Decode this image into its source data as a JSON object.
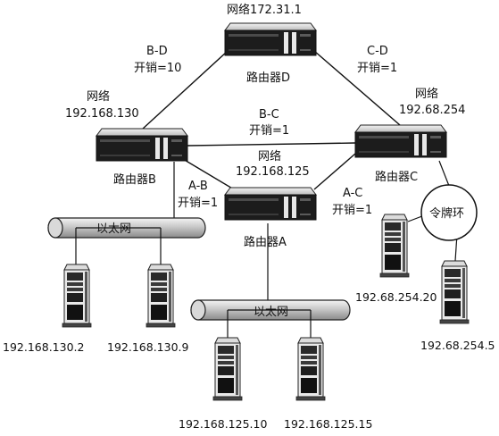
{
  "routers": {
    "A": {
      "name": "路由器A"
    },
    "B": {
      "name": "路由器B"
    },
    "C": {
      "name": "路由器C"
    },
    "D": {
      "name": "路由器D"
    }
  },
  "networks": {
    "top": "网络172.31.1",
    "left_word": "网络",
    "left_addr": "192.168.130",
    "right_word": "网络",
    "right_addr": "192.68.254",
    "center_word": "网络",
    "center_addr": "192.168.125"
  },
  "links": {
    "bd": {
      "name": "B-D",
      "cost": "开销=10"
    },
    "cd": {
      "name": "C-D",
      "cost": "开销=1"
    },
    "bc": {
      "name": "B-C",
      "cost": "开销=1"
    },
    "ab": {
      "name": "A-B",
      "cost": "开销=1"
    },
    "ac": {
      "name": "A-C",
      "cost": "开销=1"
    }
  },
  "segments": {
    "ethernet_left": "以太网",
    "ethernet_bottom": "以太网",
    "token_ring": "令牌环"
  },
  "hosts": {
    "h130_2": "192.168.130.2",
    "h130_9": "192.168.130.9",
    "h125_10": "192.168.125.10",
    "h125_15": "192.168.125.15",
    "h254_20": "192.68.254.20",
    "h254_5": "192.68.254.5"
  }
}
